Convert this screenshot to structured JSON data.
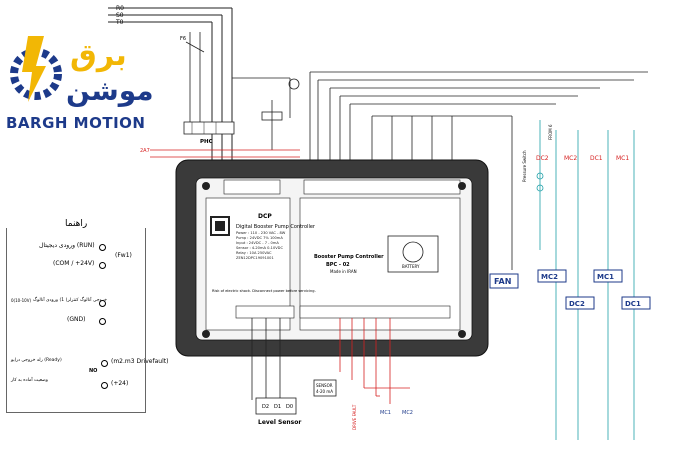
{
  "logo": {
    "fa_top": "برق",
    "fa_bottom": "موشن",
    "en": "BARGH MOTION"
  },
  "phases": [
    "R0",
    "S0",
    "T0"
  ],
  "phc_label": "PHC",
  "breaker_label": "F6",
  "ac_label": "2A7",
  "legend": {
    "title": "راهنما",
    "items": [
      {
        "label": "ورودی دیجیتال (RUN)"
      },
      {
        "label": "(COM / +24V)"
      },
      {
        "label": "(Fw1)"
      },
      {
        "label": "خروجی آنالوگ کنترلر) 1) ورودی آنالوگ"
      },
      {
        "label": "(GND)"
      },
      {
        "label": "(m2.m3 Drivefault)"
      },
      {
        "label": "(+24)"
      },
      {
        "label": "NO"
      },
      {
        "label": "رله خروجی درایو (Ready)"
      },
      {
        "label": "وضعیت آماده به کار"
      }
    ],
    "analog_note": "0(10-10V)"
  },
  "controller": {
    "label_left": "Digital Booster Pump Controller",
    "brand": "DCP",
    "spec_lines": [
      "Power : 110 - 230 VAC - 8W",
      "Pump : 24VDC 7% 100mA",
      "Input : 24VDC - 7 - 0mA",
      "Sensor : 4-20mA 0-10VDC",
      "Relay : 10A 250VAC",
      "ZEN12DPC19091001"
    ],
    "title": "Booster Pump Controller",
    "model": "BPC - 02",
    "made_in": "Made in IRAN",
    "battery": "BATTERY",
    "warning": "Risk of electric shock. Disconnect power before servicing."
  },
  "contactors": [
    {
      "coil": "MC2"
    },
    {
      "coil": "DC2"
    },
    {
      "coil": "MC1"
    },
    {
      "coil": "DC1"
    }
  ],
  "top_contacts": [
    "DC2",
    "MC2",
    "DC1",
    "MC1"
  ],
  "fan_label": "FAN",
  "pressure_switch": "Pressure Switch",
  "from_label": "FROM 6",
  "level_sensor": {
    "label": "Level Sensor",
    "terminals": [
      "D2",
      "D1",
      "D0"
    ]
  },
  "sensor_box": {
    "line1": "SENSOR",
    "line2": "4-20 mA"
  },
  "drive_fault": "DRIVE FAULT",
  "bottom_coils": [
    "MC1",
    "MC2"
  ],
  "colors": {
    "wire": "#222222",
    "red": "#d62020",
    "teal": "#1fa0a8",
    "blue": "#1d3a8a",
    "yellow": "#f2b705"
  }
}
